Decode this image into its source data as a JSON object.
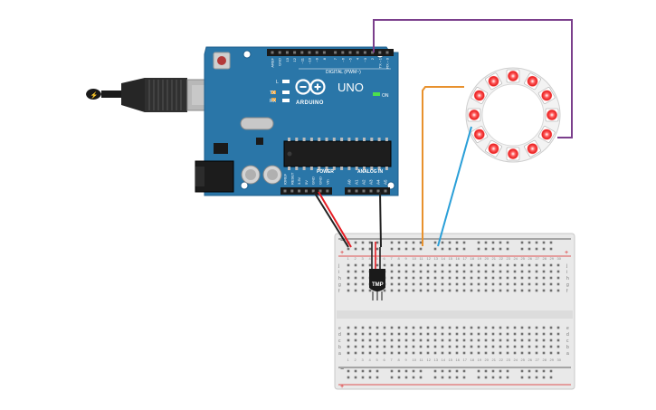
{
  "board": {
    "brand": "ARDUINO",
    "model": "UNO",
    "on_label": "ON",
    "l_label": "L",
    "tx_label": "TX",
    "rx_label": "RX",
    "digital_label": "DIGITAL (PWM~)",
    "analog_label": "ANALOG IN",
    "power_label": "POWER",
    "top_pin_labels": [
      "AREF",
      "GND",
      "13",
      "12",
      "~11",
      "~10",
      "~9",
      "8",
      "7",
      "~6",
      "~5",
      "4",
      "~3",
      "2",
      "TX→1",
      "RX←0"
    ],
    "power_pin_labels": [
      "IOREF",
      "RESET",
      "3.3V",
      "5V",
      "GND",
      "GND",
      "Vin"
    ],
    "analog_pin_labels": [
      "A0",
      "A1",
      "A2",
      "A3",
      "A4",
      "A5"
    ]
  },
  "sensor": {
    "label": "TMP"
  },
  "breadboard": {
    "row_letters_top": [
      "j",
      "i",
      "h",
      "g",
      "f"
    ],
    "row_letters_bottom": [
      "e",
      "d",
      "c",
      "b",
      "a"
    ],
    "plus_sign": "+",
    "minus_sign": "−",
    "columns": 30
  },
  "ring": {
    "pixel_count": 12,
    "lit_color": "#ff2a2a"
  },
  "wires": {
    "red": "#e51c23",
    "black": "#222222",
    "purple": "#7b3f8c",
    "orange": "#e8912d",
    "blue": "#2a9fd8"
  }
}
